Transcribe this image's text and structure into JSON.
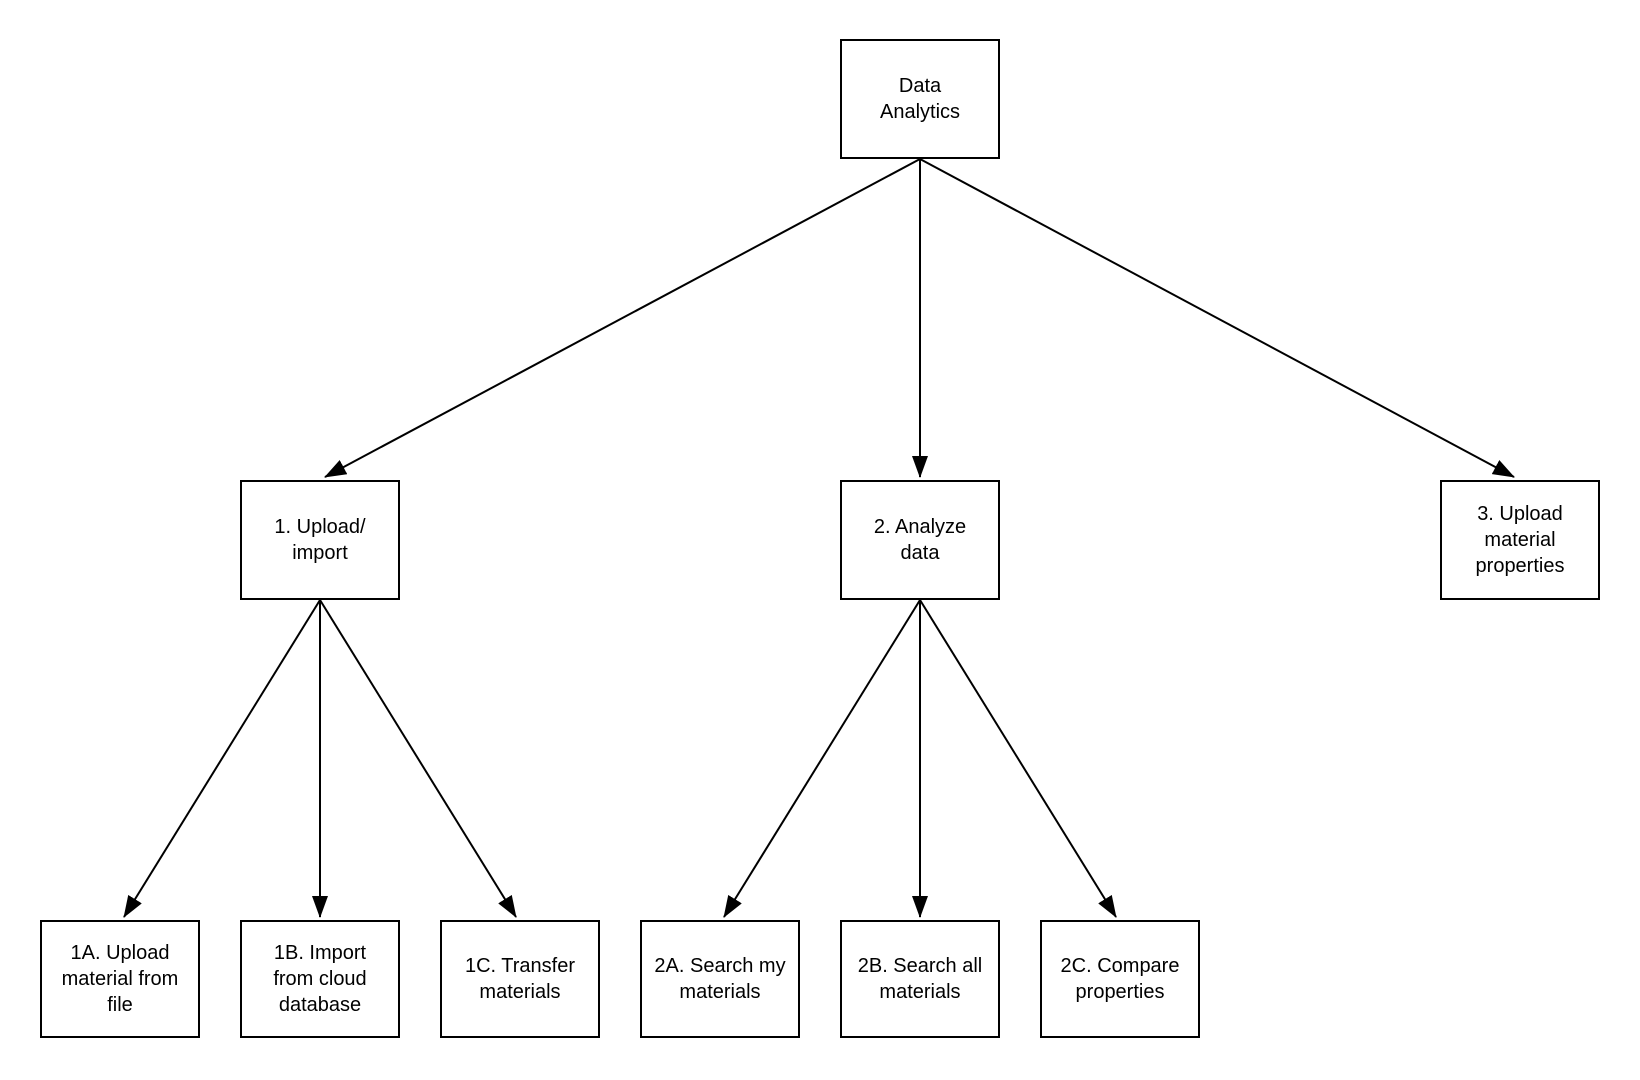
{
  "canvas": {
    "background_color": "#ffffff",
    "line_color": "#000000",
    "box_fill_color": "#ffffff",
    "box_border_color": "#000000",
    "text_color": "#000000"
  },
  "nodes": {
    "root": {
      "label": "Data\nAnalytics"
    },
    "upload_import": {
      "label": "1. Upload/\nimport"
    },
    "analyze_data": {
      "label": "2. Analyze\ndata"
    },
    "upload_material_properties": {
      "label": "3. Upload\nmaterial\nproperties"
    },
    "upload_material_from_file": {
      "label": "1A. Upload\nmaterial from\nfile"
    },
    "import_from_cloud_database": {
      "label": "1B. Import\nfrom cloud\ndatabase"
    },
    "transfer_materials": {
      "label": "1C. Transfer\nmaterials"
    },
    "search_my_materials": {
      "label": "2A. Search my\nmaterials"
    },
    "search_all_materials": {
      "label": "2B. Search all\nmaterials"
    },
    "compare_properties": {
      "label": "2C. Compare\nproperties"
    }
  },
  "edges": [
    {
      "from": "root",
      "to": "upload_import"
    },
    {
      "from": "root",
      "to": "analyze_data"
    },
    {
      "from": "root",
      "to": "upload_material_properties"
    },
    {
      "from": "upload_import",
      "to": "upload_material_from_file"
    },
    {
      "from": "upload_import",
      "to": "import_from_cloud_database"
    },
    {
      "from": "upload_import",
      "to": "transfer_materials"
    },
    {
      "from": "analyze_data",
      "to": "search_my_materials"
    },
    {
      "from": "analyze_data",
      "to": "search_all_materials"
    },
    {
      "from": "analyze_data",
      "to": "compare_properties"
    }
  ]
}
